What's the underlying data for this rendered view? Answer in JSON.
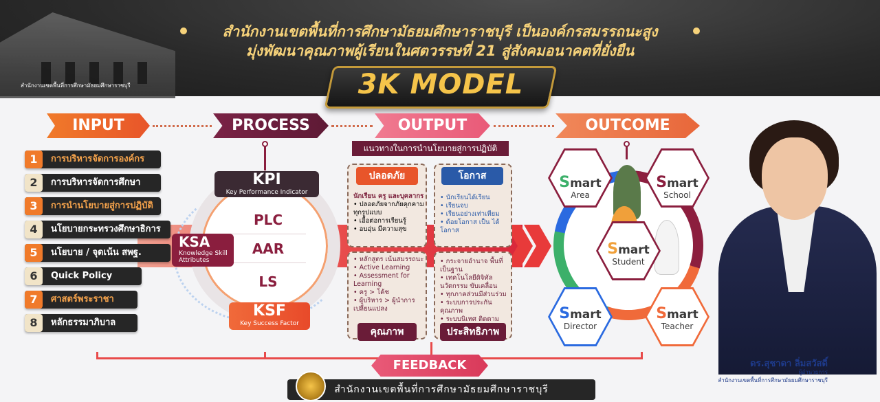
{
  "header": {
    "line1": "สำนักงานเขตพื้นที่การศึกษามัธยมศึกษาราชบุรี เป็นองค์กรสมรรถนะสูง",
    "line2": "มุ่งพัฒนาคุณภาพผู้เรียนในศตวรรษที่ 21 สู่สังคมอนาคตที่ยั่งยืน",
    "model_title": "3K MODEL",
    "building_sign": "สำนักงานเขตพื้นที่การศึกษามัธยมศึกษาราชบุรี"
  },
  "stages": {
    "input": "INPUT",
    "process": "PROCESS",
    "output": "OUTPUT",
    "outcome": "OUTCOME"
  },
  "inputs": [
    {
      "num": "1",
      "label": "การบริหารจัดการองค์กร"
    },
    {
      "num": "2",
      "label": "การบริหารจัดการศึกษา"
    },
    {
      "num": "3",
      "label": "การนำนโยบายสู่การปฏิบัติ"
    },
    {
      "num": "4",
      "label": "นโยบายกระทรวงศึกษาธิการ"
    },
    {
      "num": "5",
      "label": "นโยบาย / จุดเน้น สพฐ."
    },
    {
      "num": "6",
      "label": "Quick Policy"
    },
    {
      "num": "7",
      "label": "ศาสตร์พระราชา"
    },
    {
      "num": "8",
      "label": "หลักธรรมาภิบาล"
    }
  ],
  "process": {
    "kpi_title": "KPI",
    "kpi_sub": "Key Performance Indicator",
    "ksa_title": "KSA",
    "ksa_sub": "Knowledge Skill Attributes",
    "ksf_title": "KSF",
    "ksf_sub": "Key Success Factor",
    "plc": "PLC",
    "aar": "AAR",
    "ls": "LS"
  },
  "output": {
    "title": "แนวทางในการนำนโยบายสู่การปฏิบัติ",
    "safety": {
      "head": "ปลอดภัย",
      "lead": "นักเรียน ครู และบุคลากร",
      "items": [
        "ปลอดภัยจากภัยคุกคาม ทุกรูปแบบ",
        "เอื้อต่อการเรียนรู้",
        "อบอุ่น มีความสุข"
      ]
    },
    "opportunity": {
      "head": "โอกาส",
      "items": [
        "นักเรียนได้เรียน",
        "เรียนจบ",
        "เรียนอย่างเท่าเทียม",
        "ด้อยโอกาส เป็น ได้โอกาส"
      ]
    },
    "quality": {
      "head": "คุณภาพ",
      "items": [
        "หลักสูตร เน้นสมรรถนะ",
        "Active Learning",
        "Assessment for Learning",
        "ครู > โค้ช",
        "ผู้บริหาร > ผู้นำการเปลี่ยนแปลง"
      ]
    },
    "efficiency": {
      "head": "ประสิทธิภาพ",
      "items": [
        "กระจายอำนาจ พื้นที่เป็นฐาน",
        "เทคโนโลยีดิจิทัล นวัตกรรม ขับเคลื่อน",
        "ทุกภาคส่วนมีส่วนร่วม",
        "ระบบการประกันคุณภาพ",
        "ระบบนิเทศ ติดตาม ประเมินผล"
      ]
    }
  },
  "outcome": {
    "smart_word": "mart",
    "smart_s": "S",
    "area": "Area",
    "school": "School",
    "student": "Student",
    "director": "Director",
    "teacher": "Teacher"
  },
  "feedback": "FEEDBACK",
  "footer": "สำนักงานเขตพื้นที่การศึกษามัธยมศึกษาราชบุรี",
  "director": {
    "name": "ดร.สุชาดา ลิ่มสวัสดิ์",
    "role": "ผู้อำนวยการ",
    "office": "สำนักงานเขตพื้นที่การศึกษามัธยมศึกษาราชบุรี"
  },
  "colors": {
    "orange": "#f07a2a",
    "maroon": "#8a1e3e",
    "pink": "#e95a78",
    "gold": "#f5c44a",
    "blue": "#2a6ae0",
    "green": "#3cb06a"
  }
}
